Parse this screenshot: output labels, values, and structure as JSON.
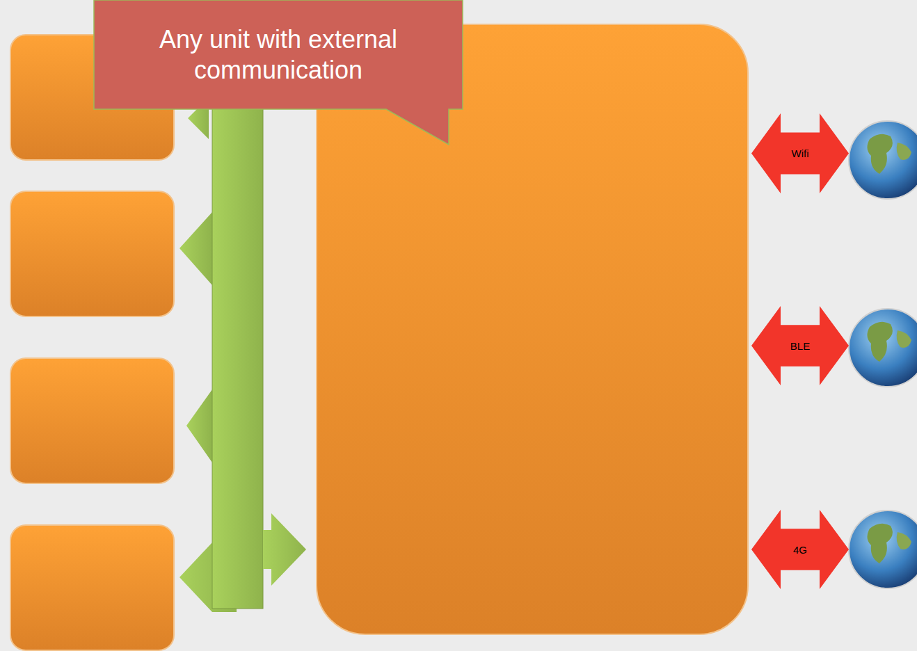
{
  "diagram": {
    "nodes": [
      {
        "text": [
          "Any unit with external communication"
        ]
      },
      {
        "text": [
          "Wifi"
        ]
      },
      {
        "text": [
          "BLE"
        ]
      },
      {
        "text": [
          "4G"
        ]
      }
    ]
  }
}
